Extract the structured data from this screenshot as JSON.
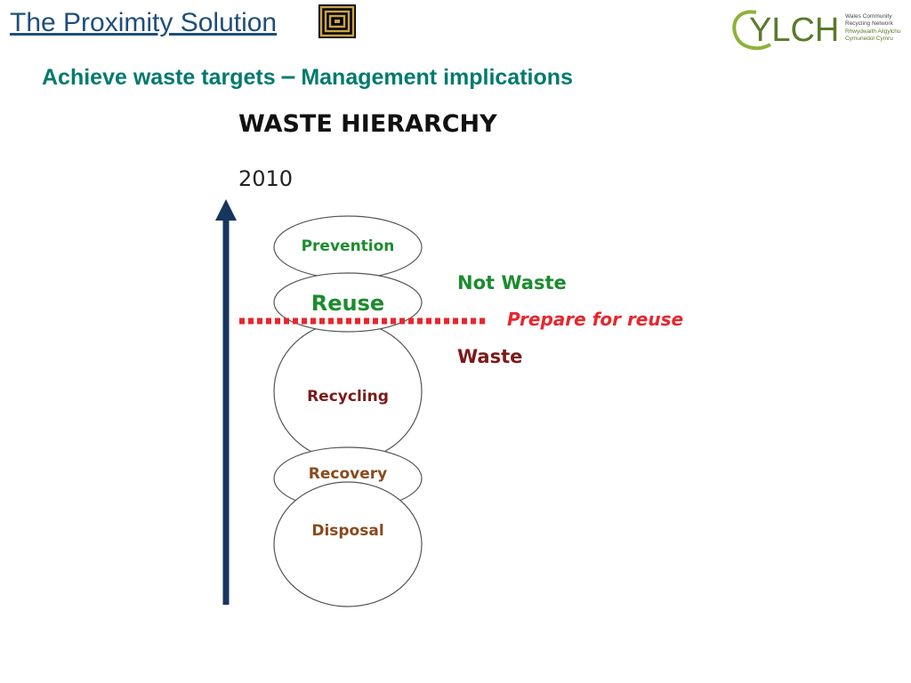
{
  "header": {
    "title": "The Proximity Solution",
    "subtitle_left": "Achieve waste targets",
    "subtitle_dash": "–",
    "subtitle_right": "Management implications",
    "title_color": "#1F4E79",
    "subtitle_color": "#007A6E",
    "title_icon": "square-spiral-icon"
  },
  "logo": {
    "wordmark": "YLCH",
    "line1": "Wales Community",
    "line2": "Recycling Network",
    "line3": "Rhwydwaith Ailgylchu",
    "line4": "Cymunedol Cymru",
    "color": "#5A7A2B"
  },
  "diagram": {
    "title": "WASTE HIERARCHY",
    "year": "2010",
    "levels": [
      {
        "label": "Prevention"
      },
      {
        "label": "Reuse"
      },
      {
        "label": "Recycling"
      },
      {
        "label": "Recovery"
      },
      {
        "label": "Disposal"
      }
    ],
    "not_waste_label": "Not Waste",
    "threshold_label": "Prepare for reuse",
    "waste_label": "Waste",
    "arrow_color": "#17365D",
    "threshold_color": "#E8262D",
    "green": "#1C8C2E",
    "dark_red": "#7A1A1A",
    "brown": "#8A4A1C"
  }
}
